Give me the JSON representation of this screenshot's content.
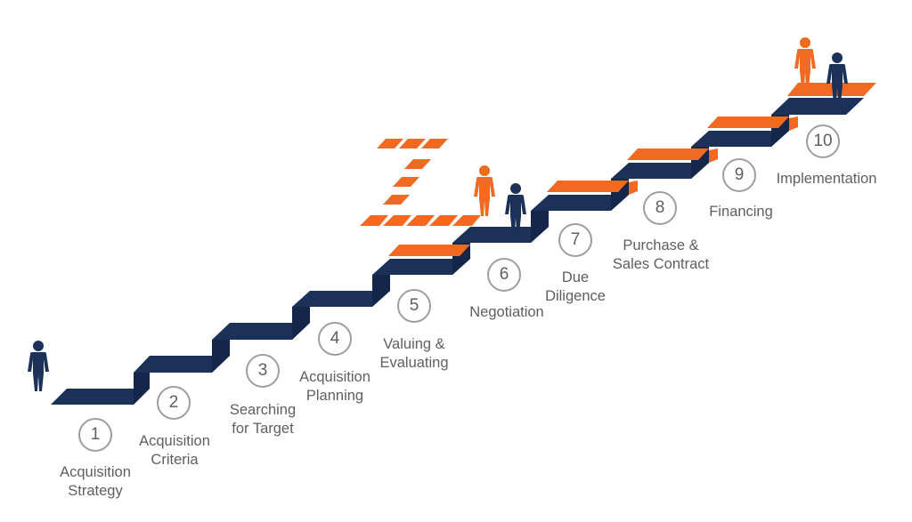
{
  "colors": {
    "navy": "#1b3157",
    "navy_dark": "#14264a",
    "orange": "#f26a21",
    "text": "#5f5f5f",
    "circle": "#9e9e9e"
  },
  "icons": [
    "person-icon-navy",
    "person-icon-orange"
  ],
  "steps": [
    {
      "number": "1",
      "label": "Acquisition\nStrategy"
    },
    {
      "number": "2",
      "label": "Acquisition\nCriteria"
    },
    {
      "number": "3",
      "label": "Searching\nfor Target"
    },
    {
      "number": "4",
      "label": "Acquisition\nPlanning"
    },
    {
      "number": "5",
      "label": "Valuing &\nEvaluating"
    },
    {
      "number": "6",
      "label": "Negotiation"
    },
    {
      "number": "7",
      "label": "Due\nDiligence"
    },
    {
      "number": "8",
      "label": "Purchase &\nSales Contract"
    },
    {
      "number": "9",
      "label": "Financing"
    },
    {
      "number": "10",
      "label": "Implementation"
    }
  ]
}
